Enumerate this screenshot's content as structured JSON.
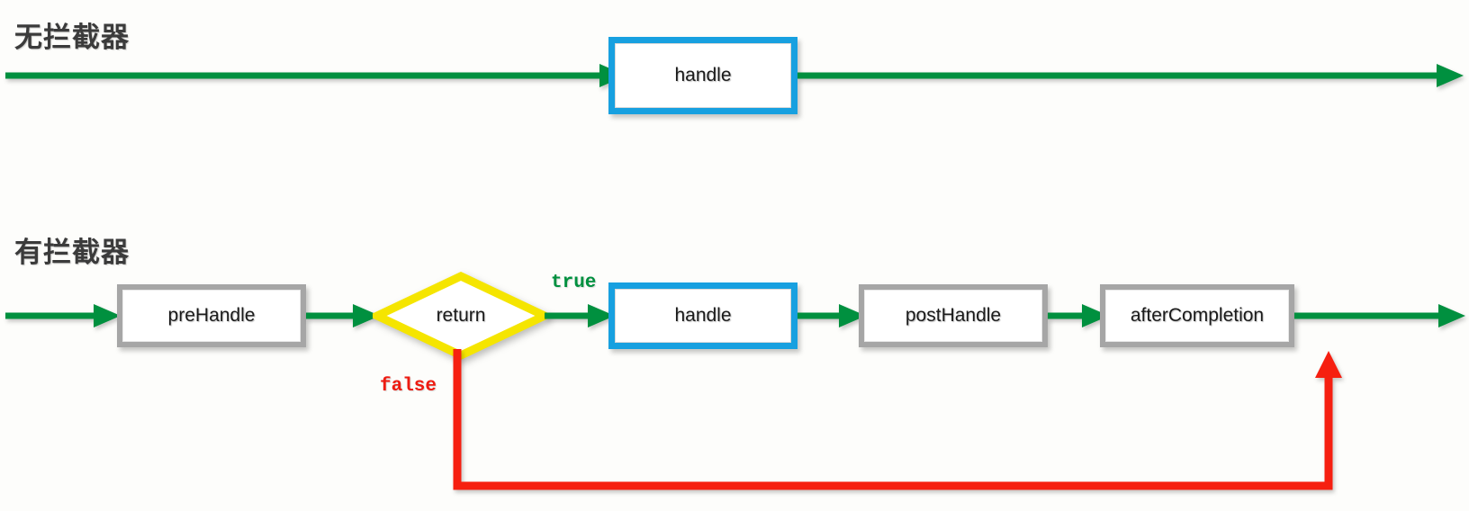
{
  "diagram": {
    "title_top": "无拦截器",
    "title_bottom": "有拦截器",
    "colors": {
      "flow_green": "#00903f",
      "error_red": "#f61f10",
      "decision_yellow": "#f5e500",
      "highlight_blue": "#17a0e0",
      "node_gray": "#a6a6a6",
      "title_gray": "#3b3b3b",
      "background": "#fdfdfb"
    }
  },
  "flow_no_interceptor": {
    "title": "无拦截器",
    "nodes": [
      {
        "id": "handle",
        "label": "handle",
        "style": "blue"
      }
    ],
    "edges": [
      {
        "from": "start",
        "to": "handle",
        "label": "",
        "color": "#00903f"
      },
      {
        "from": "handle",
        "to": "end",
        "label": "",
        "color": "#00903f"
      }
    ]
  },
  "flow_with_interceptor": {
    "title": "有拦截器",
    "nodes": [
      {
        "id": "preHandle",
        "label": "preHandle",
        "style": "gray"
      },
      {
        "id": "return",
        "label": "return",
        "style": "decision"
      },
      {
        "id": "handle",
        "label": "handle",
        "style": "blue"
      },
      {
        "id": "postHandle",
        "label": "postHandle",
        "style": "gray"
      },
      {
        "id": "afterCompletion",
        "label": "afterCompletion",
        "style": "gray"
      }
    ],
    "edges": [
      {
        "from": "start",
        "to": "preHandle",
        "label": "",
        "color": "#00903f"
      },
      {
        "from": "preHandle",
        "to": "return",
        "label": "",
        "color": "#00903f"
      },
      {
        "from": "return",
        "to": "handle",
        "label": "true",
        "color": "#00903f"
      },
      {
        "from": "handle",
        "to": "postHandle",
        "label": "",
        "color": "#00903f"
      },
      {
        "from": "postHandle",
        "to": "afterCompletion",
        "label": "",
        "color": "#00903f"
      },
      {
        "from": "afterCompletion",
        "to": "end",
        "label": "",
        "color": "#00903f"
      },
      {
        "from": "return",
        "to": "end",
        "label": "false",
        "color": "#f61f10"
      }
    ],
    "edge_labels": {
      "true": "true",
      "false": "false"
    }
  }
}
